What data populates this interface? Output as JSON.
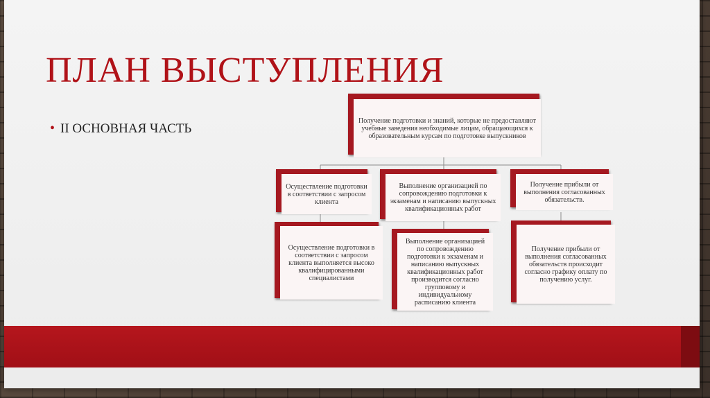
{
  "slide": {
    "title": "ПЛАН ВЫСТУПЛЕНИЯ",
    "bullet": "II ОСНОВНАЯ ЧАСТЬ"
  },
  "diagram": {
    "root": "Получение подготовки и знаний, которые не предоставляют учебные заведения необходимые лицам, обращающихся к образовательным курсам по подготовке выпускников",
    "branches": [
      {
        "label": "Осуществление подготовки в соответствии с запросом клиента",
        "detail": "Осуществление подготовки в соответствии с запросом клиента выполняется высоко квалифицированными специалистами"
      },
      {
        "label": "Выполнение организацией по сопровождению подготовки к экзаменам и написанию выпускных квалификационных работ",
        "detail": "Выполнение организацией по сопровождению подготовки к экзаменам и написанию выпускных квалификационных работ производится согласно групповому и индивидуальному расписанию клиента"
      },
      {
        "label": "Получение прибыли от выполнения согласованных обязательств.",
        "detail": "Получение прибыли от выполнения согласованных обязательств происходит согласно графику оплату по получению услуг."
      }
    ]
  },
  "colors": {
    "accent": "#b01218",
    "box_border": "#a51820",
    "box_fill": "#fbf5f5"
  }
}
